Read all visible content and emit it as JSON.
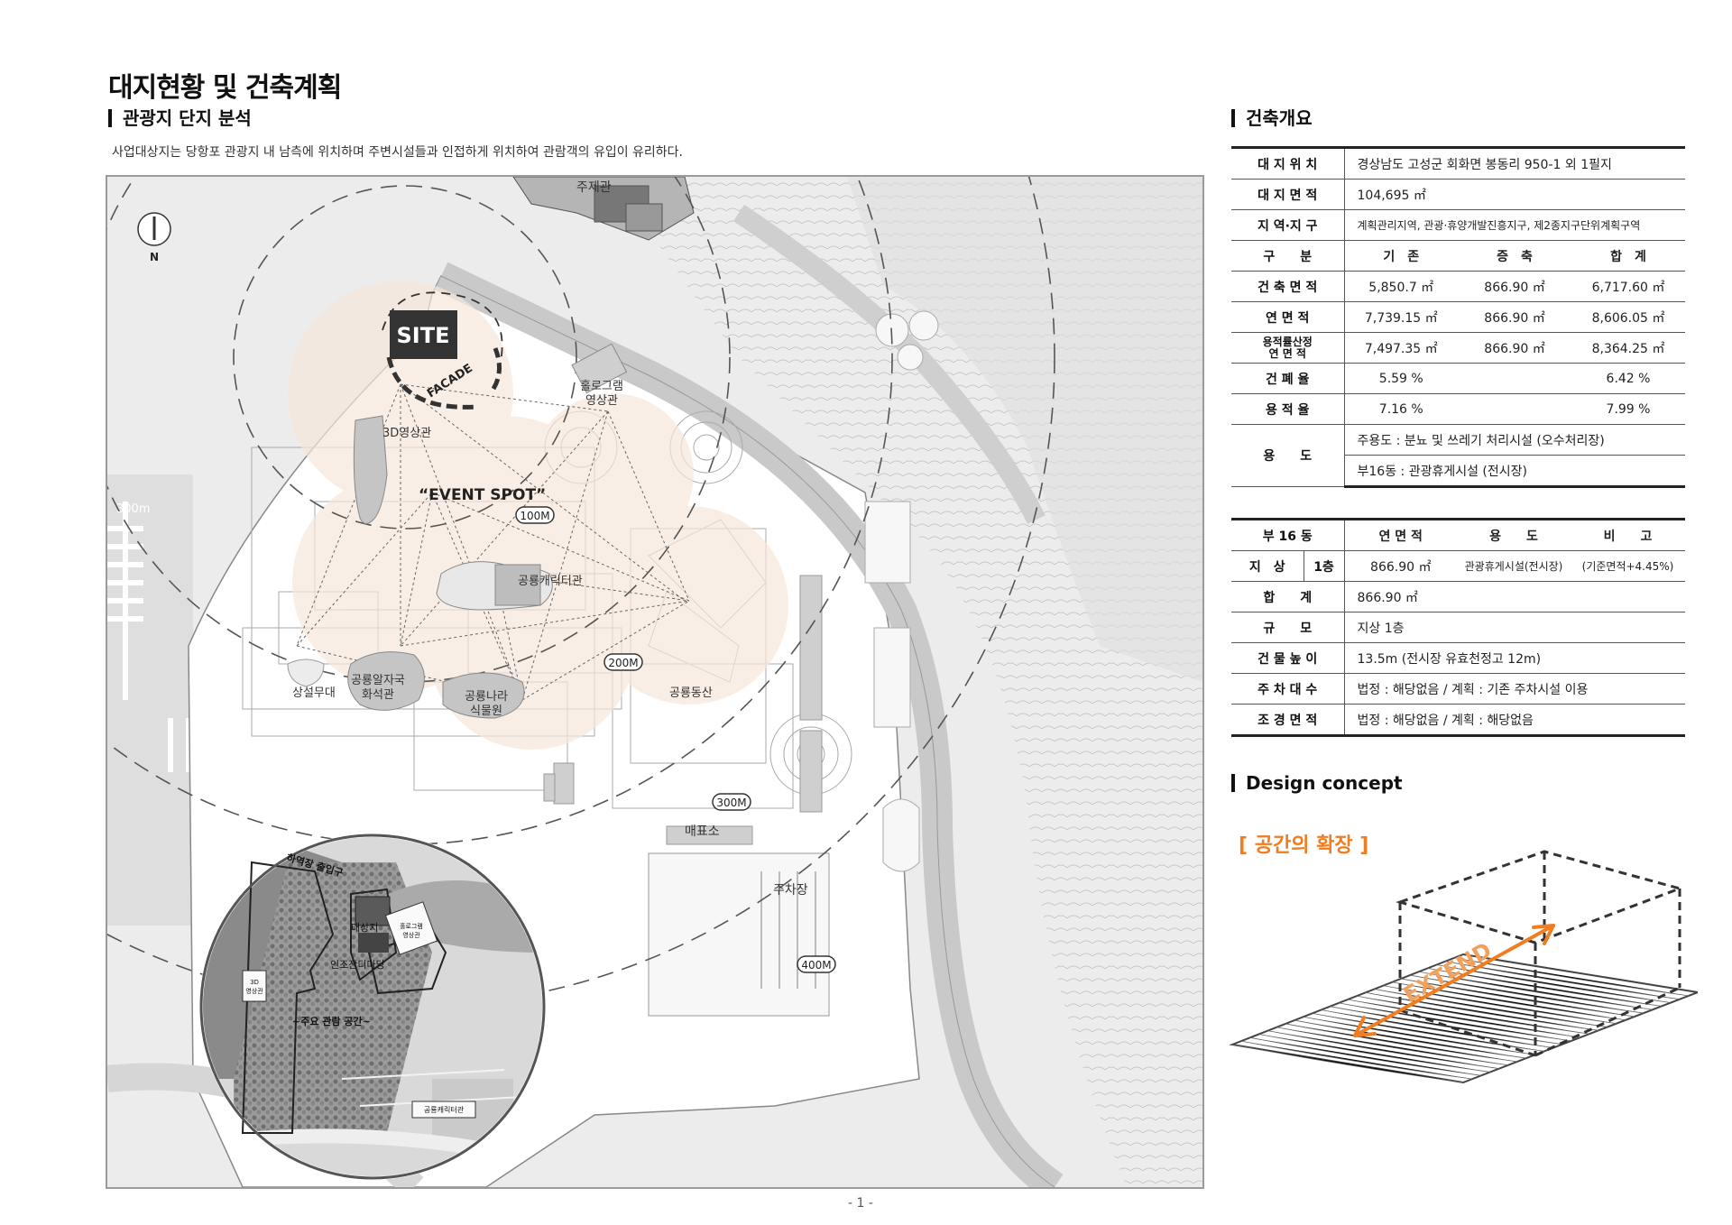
{
  "page": {
    "title": "대지현황 및 건축계획",
    "section_left": "관광지 단지 분석",
    "intro": "사업대상지는 당항포 관광지 내 남측에 위치하며 주변시설들과 인접하게 위치하여 관람객의 유입이 유리하다.",
    "page_number": "- 1 -"
  },
  "map": {
    "north": "N",
    "site": "SITE",
    "facade": "FACADE",
    "event_spot": "“EVENT SPOT”",
    "labels": {
      "theme_hall": "주제관",
      "hologram": [
        "홀로그램",
        "영상관"
      ],
      "video3d": "3D영상관",
      "dino_character": "공룡캐릭터관",
      "dino_hill": "공룡동산",
      "stage": "상설무대",
      "dino_egg": [
        "공룡알자국",
        "화석관"
      ],
      "dino_plant": [
        "공룡나라",
        "식물원"
      ],
      "ticket": "매표소",
      "parking": "주차장",
      "r300m_left": "300m"
    },
    "distances": [
      "100M",
      "200M",
      "300M",
      "400M"
    ],
    "inset": {
      "entrance": "하역장 출입구",
      "target": "대상지",
      "lawn": "인조잔디마당",
      "hologram": [
        "홀로그램",
        "영상관"
      ],
      "video3d": [
        "3D",
        "영상관"
      ],
      "main_space": "~주요 관람 공간~",
      "dino_character": "공룡캐릭터관"
    }
  },
  "overview": {
    "heading": "건축개요",
    "rows": [
      {
        "label": "대 지 위 치",
        "value": "경상남도 고성군 회화면 봉동리 950-1 외 1필지"
      },
      {
        "label": "대 지 면 적",
        "value": "104,695 ㎡"
      },
      {
        "label": "지 역·지 구",
        "value": "계획관리지역, 관광·휴양개발진흥지구, 제2종지구단위계획구역"
      }
    ],
    "grid_header": {
      "label": "구　　분",
      "cols": [
        "기　존",
        "증　축",
        "합　계"
      ]
    },
    "grid_rows": [
      {
        "label": "건 축 면 적",
        "values": [
          "5,850.7 ㎡",
          "866.90 ㎡",
          "6,717.60 ㎡"
        ]
      },
      {
        "label": "연 면 적",
        "values": [
          "7,739.15 ㎡",
          "866.90 ㎡",
          "8,606.05 ㎡"
        ]
      },
      {
        "label": [
          "용적률산정",
          "연 면 적"
        ],
        "values": [
          "7,497.35 ㎡",
          "866.90 ㎡",
          "8,364.25 ㎡"
        ]
      },
      {
        "label": "건 폐 율",
        "values": [
          "5.59 %",
          "",
          "6.42 %"
        ]
      },
      {
        "label": "용 적 율",
        "values": [
          "7.16 %",
          "",
          "7.99 %"
        ]
      }
    ],
    "use": {
      "label": "용　　도",
      "main": "주용도 : 분뇨 및 쓰레기 처리시설 (오수처리장)",
      "annex": "부16동 : 관광휴게시설 (전시장)"
    }
  },
  "annex": {
    "header": {
      "label": "부 16 동",
      "cols": [
        "연 면 적",
        "용　　도",
        "비　　고"
      ]
    },
    "floor": {
      "label": "지　상",
      "floor": "1층",
      "area": "866.90 ㎡",
      "use": "관광휴게시설(전시장)",
      "note": "(기준면적+4.45%)"
    },
    "rows": [
      {
        "label": "합　　계",
        "value": "866.90 ㎡"
      },
      {
        "label": "규　　모",
        "value": "지상 1층"
      },
      {
        "label": "건 물 높 이",
        "value": "13.5m (전시장 유효천정고 12m)"
      },
      {
        "label": "주 차 대 수",
        "value": "법정 : 해당없음 / 계획 : 기존 주차시설 이용"
      },
      {
        "label": "조 경 면 적",
        "value": "법정 : 해당없음 / 계획 : 해당없음"
      }
    ]
  },
  "design": {
    "heading": "Design concept",
    "concept": "[ 공간의 확장 ]",
    "extend": "EXTEND",
    "accent": "#f07d1f"
  }
}
